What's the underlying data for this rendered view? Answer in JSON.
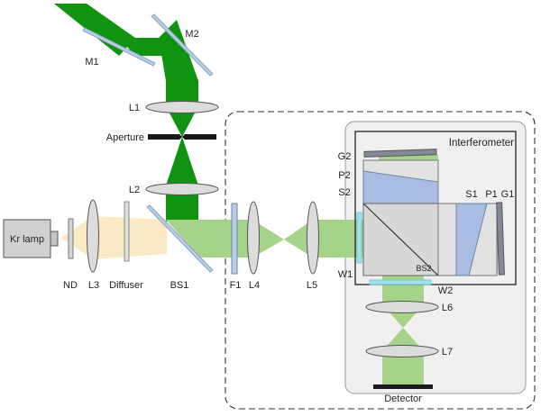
{
  "labels": {
    "m1": "M1",
    "m2": "M2",
    "l1": "L1",
    "aperture": "Aperture",
    "l2": "L2",
    "kr_lamp": "Kr lamp",
    "nd": "ND",
    "l3": "L3",
    "diffuser": "Diffuser",
    "bs1": "BS1",
    "f1": "F1",
    "l4": "L4",
    "l5": "L5",
    "interferometer": "Interferometer",
    "g2": "G2",
    "p2": "P2",
    "s2": "S2",
    "s1": "S1",
    "p1": "P1",
    "g1": "G1",
    "w1": "W1",
    "bs2": "BS2",
    "w2": "W2",
    "l6": "L6",
    "l7": "L7",
    "detector": "Detector"
  },
  "colors": {
    "laser_beam": "#109310",
    "light_beam": "#a6d38a",
    "lamp_light": "#fbe8c4",
    "enclosure": "#f0f0f0",
    "optic_plate": "#b9cde6",
    "prism": "#a9bde3",
    "grating": "#838a96",
    "window": "#a0e3ee"
  }
}
